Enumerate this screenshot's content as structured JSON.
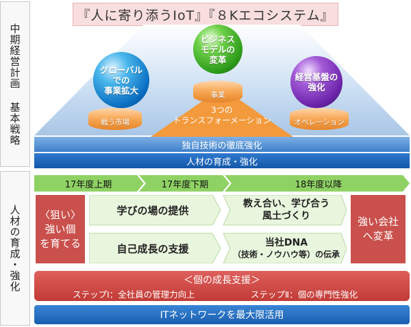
{
  "side_labels": {
    "top": "中期経営計画 基本戦略",
    "bottom": "人材の育成・強化"
  },
  "title": "『人に寄り添うIoT』『８Kエコシステム』",
  "spheres": {
    "left": "グローバル\nでの\n事業拡大",
    "center": "ビジネス\nモデルの\n変革",
    "right": "経営基盤の\n強化"
  },
  "pedestals": {
    "left": "戦う市場",
    "center": "事業",
    "right": "オペレーション"
  },
  "triangle_label": "3つの\nトランスフォーメーション",
  "bars": {
    "tech": "独自技術の徹底強化",
    "talent": "人材の育成・強化"
  },
  "timeline": {
    "phases": [
      "17年度上期",
      "17年度下期",
      "18年度以降"
    ]
  },
  "aim": {
    "left": "〈狙い〉\n強い個\nを育てる",
    "right": "強い会社\nへ変革"
  },
  "programs": {
    "learning_place": "学びの場の提供",
    "teach_learn": "教え合い、学び合う\n風土づくり",
    "self_growth": "自己成長の支援",
    "dna_line1": "当社DNA",
    "dna_line2": "（技術・ノウハウ等）の伝承"
  },
  "support": {
    "heading": "＜個の成長支援＞",
    "step1": "ステップⅠ：全社員の管理力向上",
    "step2": "ステップⅡ：個の専門性強化"
  },
  "it_bar": "ITネットワークを最大限活用",
  "colors": {
    "orange": "#f39a3d",
    "blue": "#1a5eae",
    "green_arrow": "#7ccd4e",
    "red": "#c9504c"
  }
}
